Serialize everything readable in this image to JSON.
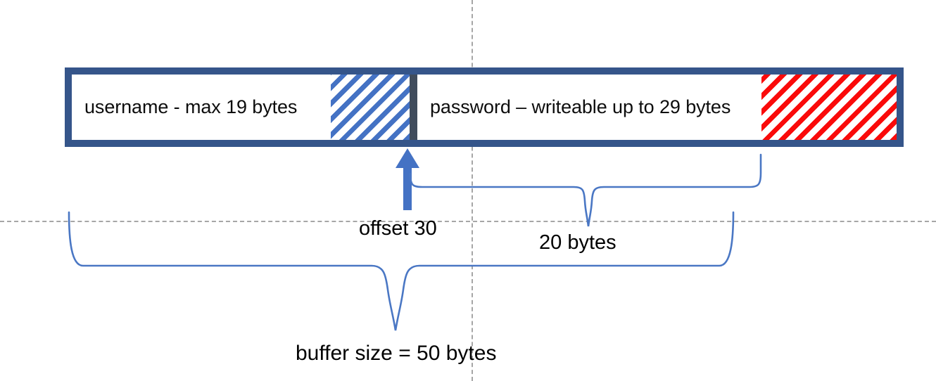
{
  "diagram": {
    "title": "buffer layout overflow diagram",
    "colors": {
      "bar_border_blue": "#35558a",
      "hatch_blue": "#4472c4",
      "hatch_red": "#fa0a0a",
      "divider_gray": "#404c5c",
      "brace_blue": "#4a77c4",
      "guide_gray": "#a6a6a6",
      "arrow_blue": "#4472c4",
      "text_black": "#000000",
      "panel_white": "#ffffff"
    },
    "bar": {
      "segments": [
        {
          "id": "username",
          "label": "username - max 19 bytes",
          "fill": "white"
        },
        {
          "id": "username-padding",
          "label": "",
          "fill": "blue-hatch"
        },
        {
          "id": "divider",
          "label": "",
          "fill": "dark-gray"
        },
        {
          "id": "password",
          "label": "password – writeable up to 29 bytes",
          "fill": "white"
        },
        {
          "id": "overflow",
          "label": "",
          "fill": "red-hatch"
        }
      ]
    },
    "annotations": {
      "offset": "offset 30",
      "span_20": "20 bytes",
      "buffer_size": "buffer size = 50 bytes"
    }
  }
}
